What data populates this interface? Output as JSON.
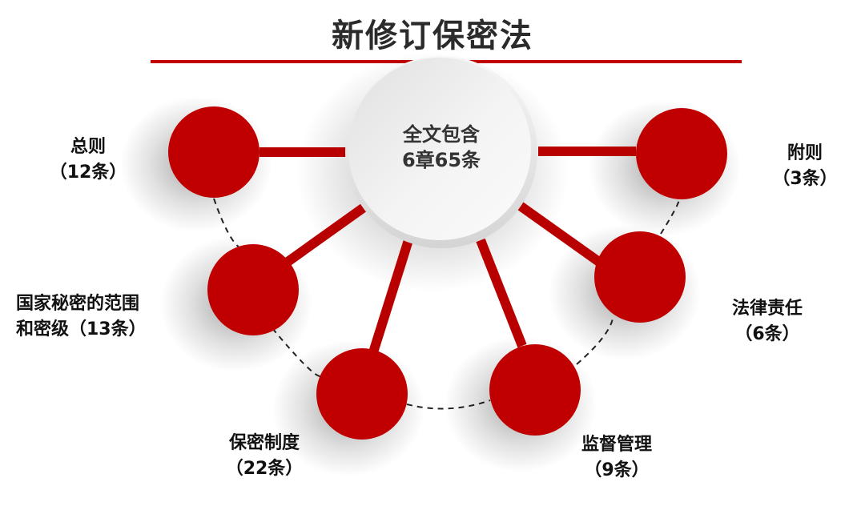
{
  "title": "新修订保密法",
  "colors": {
    "accent": "#c00000",
    "connector": "#b80000",
    "center_fill": "#f2f2f2",
    "text": "#111111"
  },
  "center": {
    "line1": "全文包含",
    "line2": "6章65条"
  },
  "nodes": [
    {
      "name": "总则",
      "count": "（12条）",
      "line1": "总则",
      "line2": "（12条）"
    },
    {
      "name": "国家秘密的范围和密级",
      "count": "（13条）",
      "line1": "国家秘密的范围",
      "line2": "和密级（13条）"
    },
    {
      "name": "保密制度",
      "count": "（22条）",
      "line1": "保密制度",
      "line2": "（22条）"
    },
    {
      "name": "监督管理",
      "count": "（9条）",
      "line1": "监督管理",
      "line2": "（9条）"
    },
    {
      "name": "法律责任",
      "count": "（6条）",
      "line1": "法律责任",
      "line2": "（6条）"
    },
    {
      "name": "附则",
      "count": "（3条）",
      "line1": "附则",
      "line2": "（3条）"
    }
  ]
}
